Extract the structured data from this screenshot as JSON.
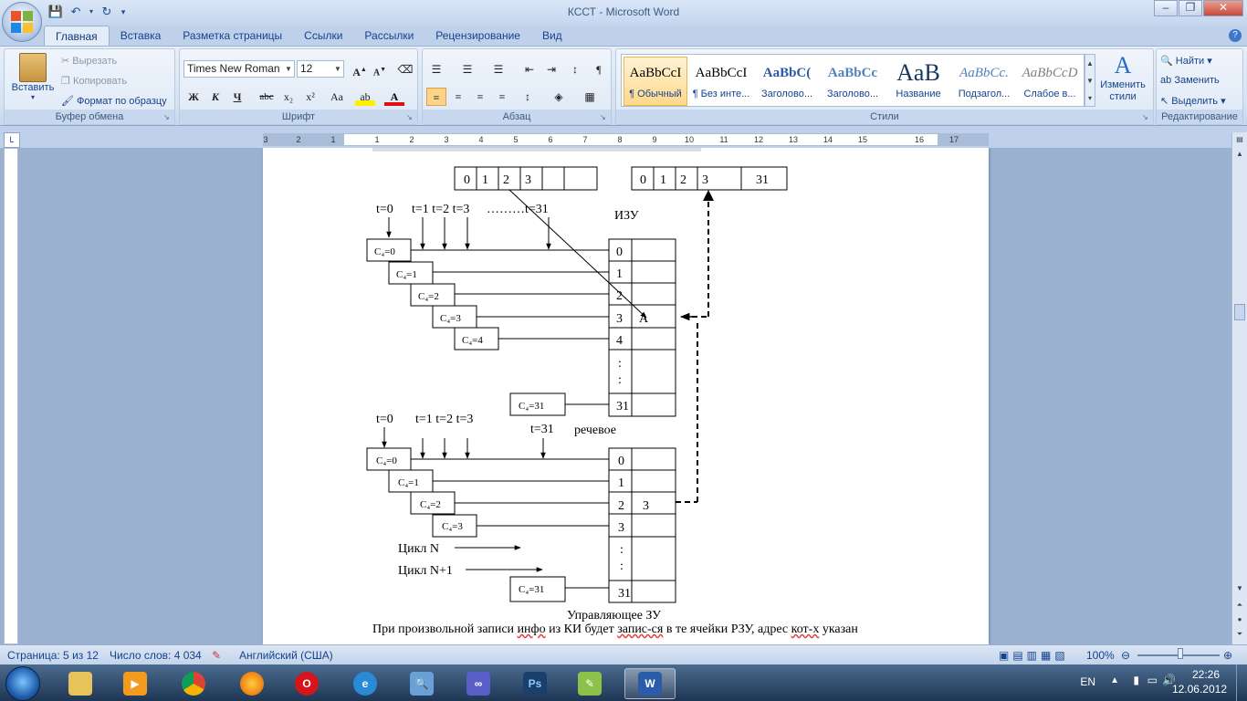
{
  "window": {
    "title": "КССТ - Microsoft Word"
  },
  "tabs": [
    "Главная",
    "Вставка",
    "Разметка страницы",
    "Ссылки",
    "Рассылки",
    "Рецензирование",
    "Вид"
  ],
  "clipboard": {
    "paste": "Вставить",
    "cut": "Вырезать",
    "copy": "Копировать",
    "format_painter": "Формат по образцу",
    "label": "Буфер обмена"
  },
  "font": {
    "name": "Times New Roman",
    "size": "12",
    "label": "Шрифт",
    "bold": "Ж",
    "italic": "К",
    "underline": "Ч",
    "strike": "abc",
    "sub": "x₂",
    "sup": "x²",
    "case": "Aa"
  },
  "paragraph": {
    "label": "Абзац"
  },
  "styles": {
    "label": "Стили",
    "items": [
      {
        "sample": "AaBbCcI",
        "name": "¶ Обычный"
      },
      {
        "sample": "AaBbCcI",
        "name": "¶ Без инте..."
      },
      {
        "sample": "AaBbC(",
        "name": "Заголово..."
      },
      {
        "sample": "AaBbCc",
        "name": "Заголово..."
      },
      {
        "sample": "AaB",
        "name": "Название"
      },
      {
        "sample": "AaBbCc.",
        "name": "Подзагол..."
      },
      {
        "sample": "AaBbCcD",
        "name": "Слабое в..."
      }
    ],
    "change": "Изменить стили"
  },
  "editing": {
    "find": "Найти",
    "replace": "Заменить",
    "select": "Выделить",
    "label": "Редактирование"
  },
  "ruler": {
    "ticks": [
      "3",
      "2",
      "1",
      "1",
      "2",
      "3",
      "4",
      "5",
      "6",
      "7",
      "8",
      "9",
      "10",
      "11",
      "12",
      "13",
      "14",
      "15",
      "16",
      "17"
    ]
  },
  "document": {
    "top_cells_left": [
      "0",
      "1",
      "2",
      "3"
    ],
    "top_cells_right": [
      "0",
      "1",
      "2",
      "3",
      "31"
    ],
    "izu_label": "ИЗУ",
    "rech_label": "речевое",
    "upr_label": "Управляющее ЗУ",
    "t_labels_top": [
      "t=0",
      "t=1 t=2 t=3",
      "………t=31"
    ],
    "t_labels_bottom": [
      "t=0",
      "t=1 t=2 t=3",
      "t=31"
    ],
    "c_upper": [
      "C₄=0",
      "C₄=1",
      "C₄=2",
      "C₄=3",
      "C₄=4",
      "C₄=31"
    ],
    "c_lower": [
      "C₄=0",
      "C₄=1",
      "C₄=2",
      "C₄=3",
      "C₄=31"
    ],
    "mem_top": [
      "0",
      "1",
      "2",
      "3",
      "4",
      ":",
      ":",
      "31"
    ],
    "mem_bottom": [
      "0",
      "1",
      "2",
      "3",
      ":",
      ":",
      "31"
    ],
    "cell_A": "А",
    "cell_3": "3",
    "cycle_n": "Цикл N",
    "cycle_n1": "Цикл N+1",
    "paragraph_1": "При произвольной записи ",
    "paragraph_2": "инфо",
    "paragraph_3": " из КИ будет ",
    "paragraph_4": "запис-ся",
    "paragraph_5": " в те ячейки РЗУ, адрес ",
    "paragraph_6": "кот-х",
    "paragraph_7": " указан"
  },
  "status": {
    "page": "Страница: 5 из 12",
    "words": "Число слов: 4 034",
    "lang": "Английский (США)",
    "zoom": "100%"
  },
  "tray": {
    "lang": "EN",
    "time": "22:26",
    "date": "12.06.2012"
  }
}
